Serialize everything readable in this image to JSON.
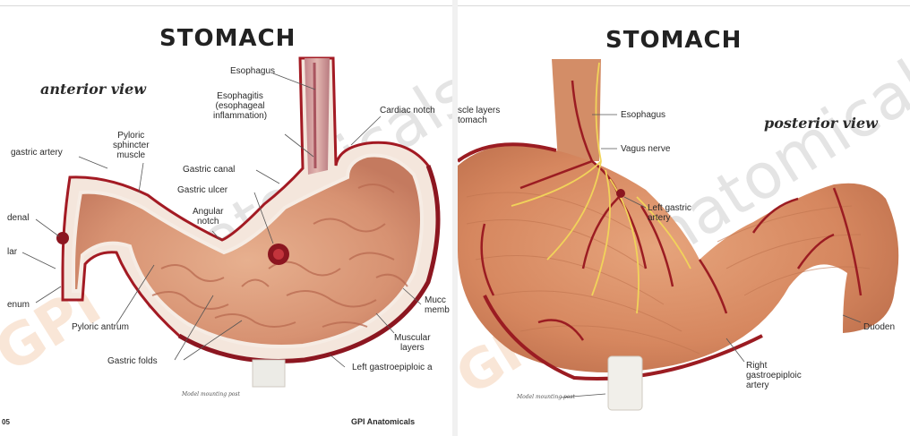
{
  "left_panel": {
    "title": "STOMACH",
    "view": "anterior view",
    "labels": {
      "esophagus": "Esophagus",
      "esophagitis": "Esophagitis\n(esophageal\ninflammation)",
      "cardiac_notch": "Cardiac notch",
      "gastric_artery": "gastric artery",
      "pyloric_sphincter": "Pyloric\nsphincter\nmuscle",
      "gastric_canal": "Gastric canal",
      "gastric_ulcer": "Gastric ulcer",
      "angular_notch": "Angular\nnotch",
      "duodenal": "denal",
      "ar": "lar",
      "duodenum": "enum",
      "pyloric_antrum": "Pyloric antrum",
      "gastric_folds": "Gastric folds",
      "mucosa": "Mucc\nmemb",
      "muscular_layers": "Muscular\nlayers",
      "left_gastroepiploic": "Left gastroepiploic a",
      "mounting_post": "Model mounting post",
      "brand": "GPI Anatomicals",
      "page_number": "05"
    },
    "watermark": "GPI Anatomicals"
  },
  "right_panel": {
    "title": "STOMACH",
    "view": "posterior view",
    "labels": {
      "muscle_layers": "scle layers\ntomach",
      "esophagus": "Esophagus",
      "vagus": "Vagus nerve",
      "left_gastric": "Left gastric\nartery",
      "duodenum": "Duoden",
      "right_gastroepiploic": "Right\ngastroepiploic\nartery",
      "mounting_post": "Model mounting post"
    },
    "watermark": "GPI Anatomicals"
  }
}
